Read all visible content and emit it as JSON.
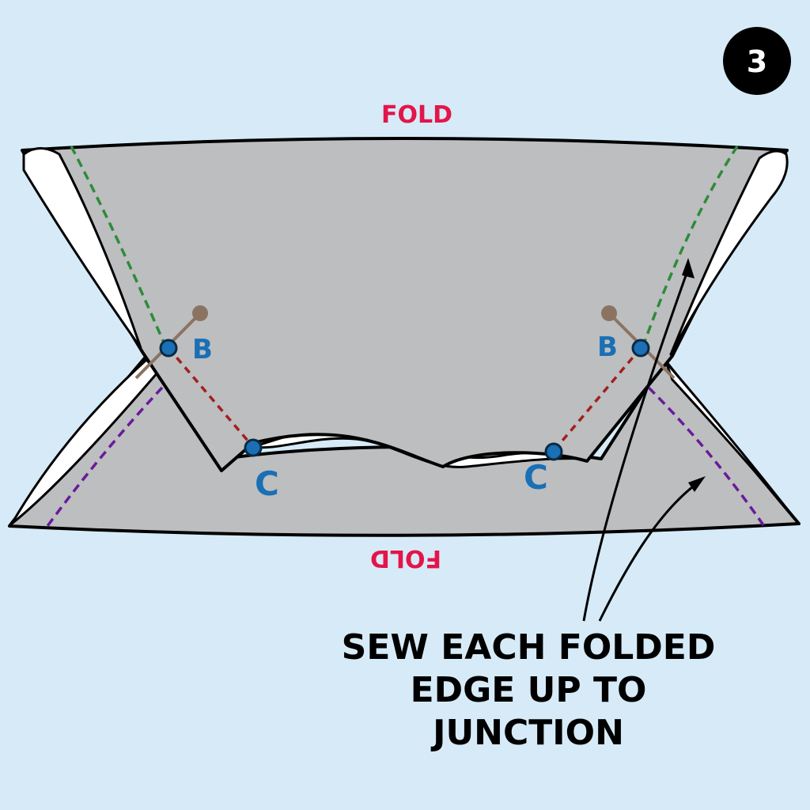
{
  "step": {
    "number": "3"
  },
  "labels": {
    "fold_top": "FOLD",
    "fold_bottom": "FOLD",
    "point_b_left": "B",
    "point_b_right": "B",
    "point_c_left": "C",
    "point_c_right": "C"
  },
  "instruction": {
    "lines": [
      "SEW EACH FOLDED",
      "EDGE UP TO",
      "JUNCTION"
    ]
  },
  "colors": {
    "background": "#d6ebf7",
    "fabric": "#bcbec0",
    "fold_label": "#e3154a",
    "seam_green": "#2e8b3a",
    "seam_red": "#a31f1f",
    "seam_purple": "#6a1b9a",
    "point_marker": "#1a6fb5",
    "pin": "#8b7362"
  }
}
